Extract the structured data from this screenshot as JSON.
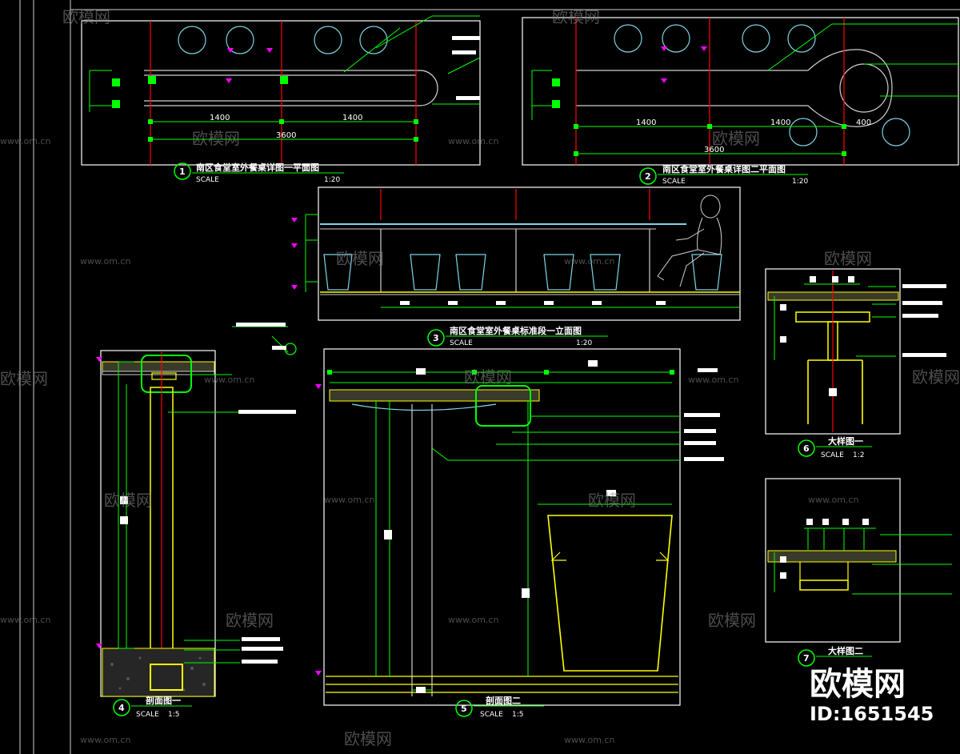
{
  "watermark": {
    "brand": "欧模网",
    "url": "www.om.cn",
    "corner_brand": "欧模网",
    "corner_id": "ID:1651545"
  },
  "drawings": [
    {
      "num": "1",
      "title": "南区食堂室外餐桌详图一平面图",
      "scale_label": "SCALE",
      "scale_value": "1:20"
    },
    {
      "num": "2",
      "title": "南区食堂室外餐桌详图二平面图",
      "scale_label": "SCALE",
      "scale_value": "1:20"
    },
    {
      "num": "3",
      "title": "南区食堂室外餐桌标准段一立面图",
      "scale_label": "SCALE",
      "scale_value": "1:20"
    },
    {
      "num": "4",
      "title": "剖面图一",
      "scale_label": "SCALE",
      "scale_value": "1:5"
    },
    {
      "num": "5",
      "title": "剖面图二",
      "scale_label": "SCALE",
      "scale_value": "1:5"
    },
    {
      "num": "6",
      "title": "大样图一",
      "scale_label": "SCALE",
      "scale_value": "1:2"
    },
    {
      "num": "7",
      "title": "大样图二",
      "scale_label": ""
    }
  ],
  "dimensions": {
    "d1_a": "1400",
    "d1_b": "1400",
    "d1_total": "3600",
    "d2_a": "1400",
    "d2_b": "1400",
    "d2_c": "400",
    "d2_total": "3600"
  },
  "colors": {
    "green": "#00ff00",
    "red": "#ff0000",
    "yellow": "#ffff00",
    "cyan": "#7fd4e6",
    "frame": "#ffffff",
    "marker": "#ff00ff"
  }
}
